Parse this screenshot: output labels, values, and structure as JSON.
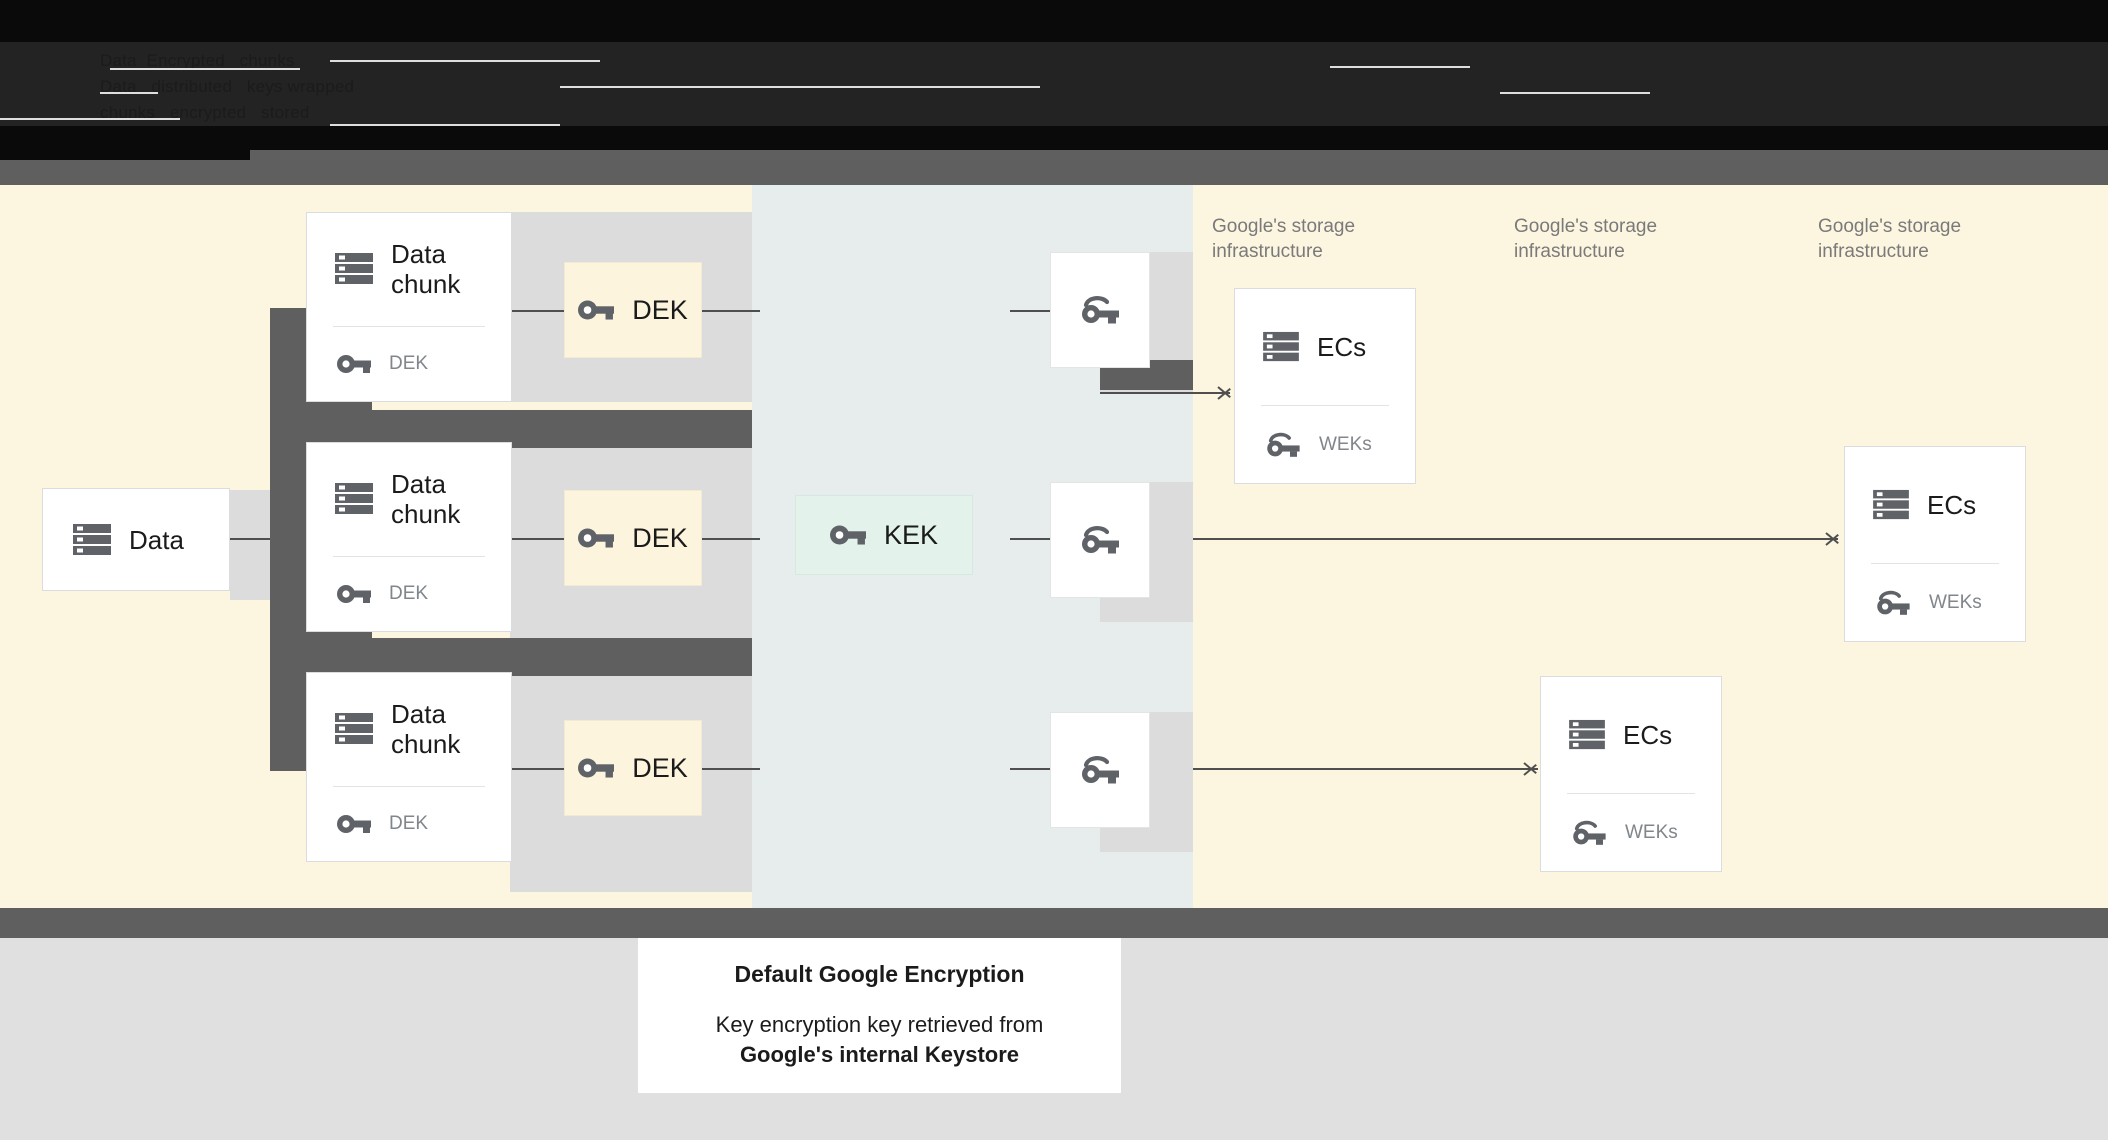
{
  "top_banner": {
    "obscured": true,
    "note": "dark, near-illegible text banner",
    "fragments": [
      "Data  Encrypted   chunks",
      "Data   distributed   keys wrapped",
      "chunks   encrypted   stored"
    ]
  },
  "diagram": {
    "title": "Default Google Encryption",
    "source_card": {
      "label": "Data",
      "icon": "storage-icon"
    },
    "chunk_cards": [
      {
        "title": "Data chunk",
        "key_label": "DEK",
        "icon": "storage-icon",
        "key_icon": "key-icon"
      },
      {
        "title": "Data chunk",
        "key_label": "DEK",
        "icon": "storage-icon",
        "key_icon": "key-icon"
      },
      {
        "title": "Data chunk",
        "key_label": "DEK",
        "icon": "storage-icon",
        "key_icon": "key-icon"
      }
    ],
    "dek_boxes": [
      {
        "label": "DEK",
        "icon": "key-icon",
        "color": "#fdf4dd"
      },
      {
        "label": "DEK",
        "icon": "key-icon",
        "color": "#fdf4dd"
      },
      {
        "label": "DEK",
        "icon": "key-icon",
        "color": "#fdf4dd"
      }
    ],
    "kek_box": {
      "label": "KEK",
      "icon": "key-icon",
      "color": "#e3f3ec"
    },
    "wrapped_keys": [
      {
        "icon": "wrapped-key-icon"
      },
      {
        "icon": "wrapped-key-icon"
      },
      {
        "icon": "wrapped-key-icon"
      }
    ],
    "storage_labels": [
      "Google's storage\ninfrastructure",
      "Google's storage\ninfrastructure",
      "Google's storage\ninfrastructure"
    ],
    "ec_cards": [
      {
        "title": "ECs",
        "key_label": "WEKs",
        "icon": "storage-icon",
        "key_icon": "wrapped-key-icon"
      },
      {
        "title": "ECs",
        "key_label": "WEKs",
        "icon": "storage-icon",
        "key_icon": "wrapped-key-icon"
      },
      {
        "title": "ECs",
        "key_label": "WEKs",
        "icon": "storage-icon",
        "key_icon": "wrapped-key-icon"
      }
    ]
  },
  "caption": {
    "title": "Default Google Encryption",
    "line1": "Key encryption key retrieved from",
    "line2": "Google's internal Keystore"
  },
  "colors": {
    "cream_panel": "#fcf5e0",
    "centre_panel": "#e7ecec",
    "dek_fill": "#fdf4dd",
    "kek_fill": "#e3f3ec",
    "overlay_grey": "#5f5f5f",
    "column_grey": "#dcdcdc",
    "page_grey": "#e0e0e0",
    "icon_grey": "#5f6368"
  }
}
